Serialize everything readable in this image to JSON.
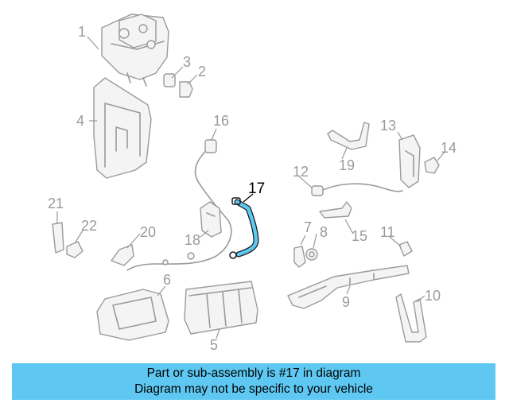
{
  "callouts": {
    "n1": "1",
    "n2": "2",
    "n3": "3",
    "n4": "4",
    "n5": "5",
    "n6": "6",
    "n7": "7",
    "n8": "8",
    "n9": "9",
    "n10": "10",
    "n11": "11",
    "n12": "12",
    "n13": "13",
    "n14": "14",
    "n15": "15",
    "n16": "16",
    "n17": "17",
    "n18": "18",
    "n19": "19",
    "n20": "20",
    "n21": "21",
    "n22": "22"
  },
  "highlight": {
    "part": "17",
    "color": "#5ec8f2"
  },
  "banner": {
    "line1": "Part or sub-assembly is #17 in diagram",
    "line2": "Diagram may not be specific to your vehicle",
    "color": "#5ec8f2"
  }
}
